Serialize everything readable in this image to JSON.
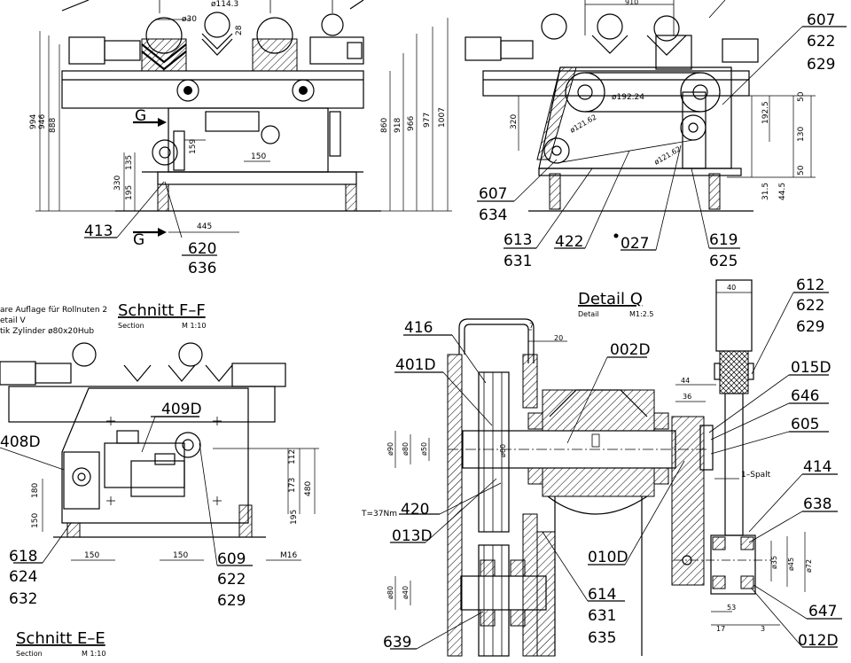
{
  "view_top_left": {
    "dims_vertical": [
      "994",
      "946",
      "888",
      "330",
      "195",
      "135",
      "159",
      "860",
      "918",
      "966",
      "977",
      "1007",
      "28"
    ],
    "dims_horizontal": [
      "445",
      "150"
    ],
    "diameters": [
      "ø114.3",
      "ø30"
    ],
    "section_marks": [
      "G",
      "G"
    ],
    "callouts": [
      "413",
      "620",
      "636"
    ]
  },
  "view_top_right": {
    "dims": [
      "320",
      "192.5",
      "130",
      "50",
      "50",
      "31.5",
      "44.5",
      "910"
    ],
    "radii": [
      "ø192.24",
      "ø121.62",
      "ø121.62"
    ],
    "callouts_right": [
      "607",
      "622",
      "629"
    ],
    "callouts_bottom": [
      "607",
      "634",
      "613",
      "631",
      "422",
      "027",
      "619",
      "625"
    ]
  },
  "view_bottom_left": {
    "note_lines": [
      "are Auflage für Rollnuten 2",
      "etail V",
      "tik Zylinder ø80x20Hub"
    ],
    "title": "Schnitt F–F",
    "subtitle": "Section",
    "scale": "M 1:10",
    "callouts": [
      "409D",
      "408D",
      "618",
      "624",
      "632",
      "609",
      "622",
      "629"
    ],
    "dims": [
      "180",
      "150",
      "150",
      "150",
      "112",
      "173",
      "480",
      "195",
      "M16"
    ],
    "footer_title": "Schnitt E–E",
    "footer_subtitle": "Section",
    "footer_scale": "M 1:10"
  },
  "view_detail_q": {
    "title": "Detail Q",
    "subtitle": "Detail",
    "scale": "M1:2.5",
    "torque": "T=37Nm",
    "gap_note": "1–Spalt",
    "dims_top": [
      "7",
      "20",
      "40",
      "44",
      "36"
    ],
    "dims_left": [
      "ø90",
      "ø80",
      "ø50",
      "ø60",
      "ø80",
      "ø40"
    ],
    "dims_right": [
      "ø35",
      "ø45",
      "ø72",
      "17",
      "53",
      "3"
    ],
    "callouts_left": [
      "416",
      "401D",
      "420",
      "013D",
      "639"
    ],
    "callouts_mid": [
      "002D",
      "010D",
      "614",
      "631",
      "635"
    ],
    "callouts_right": [
      "612",
      "622",
      "629",
      "015D",
      "646",
      "605",
      "414",
      "638",
      "647",
      "012D"
    ]
  }
}
